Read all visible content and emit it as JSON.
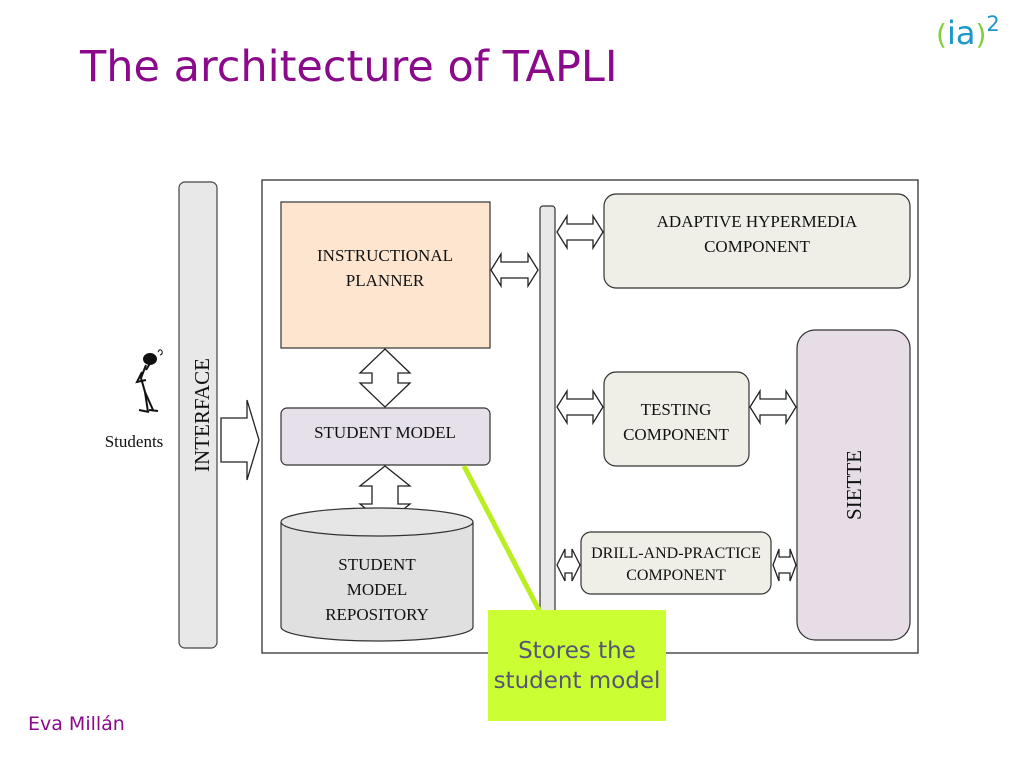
{
  "title": "The architecture of TAPLI",
  "logo": {
    "open": "(",
    "text": "ia",
    "close": ")",
    "sup": "2"
  },
  "footer": "Eva Millán",
  "diagram": {
    "students_label": "Students",
    "interface_label": "INTERFACE",
    "instructional_planner": [
      "INSTRUCTIONAL",
      "PLANNER"
    ],
    "student_model": "STUDENT MODEL",
    "repository": [
      "STUDENT",
      "MODEL",
      "REPOSITORY"
    ],
    "adaptive_hypermedia": [
      "ADAPTIVE HYPERMEDIA",
      "COMPONENT"
    ],
    "testing": [
      "TESTING",
      "COMPONENT"
    ],
    "drill": [
      "DRILL-AND-PRACTICE",
      "COMPONENT"
    ],
    "siette": "SIETTE",
    "callout": "Stores the student model"
  },
  "colors": {
    "title": "#8b0a8b",
    "planner_fill": "#fde5d0",
    "student_model_fill": "#e6e0ea",
    "component_fill": "#efefe8",
    "siette_fill": "#e6dde6",
    "callout_fill": "#ccff33",
    "callout_line": "#bbee22"
  }
}
